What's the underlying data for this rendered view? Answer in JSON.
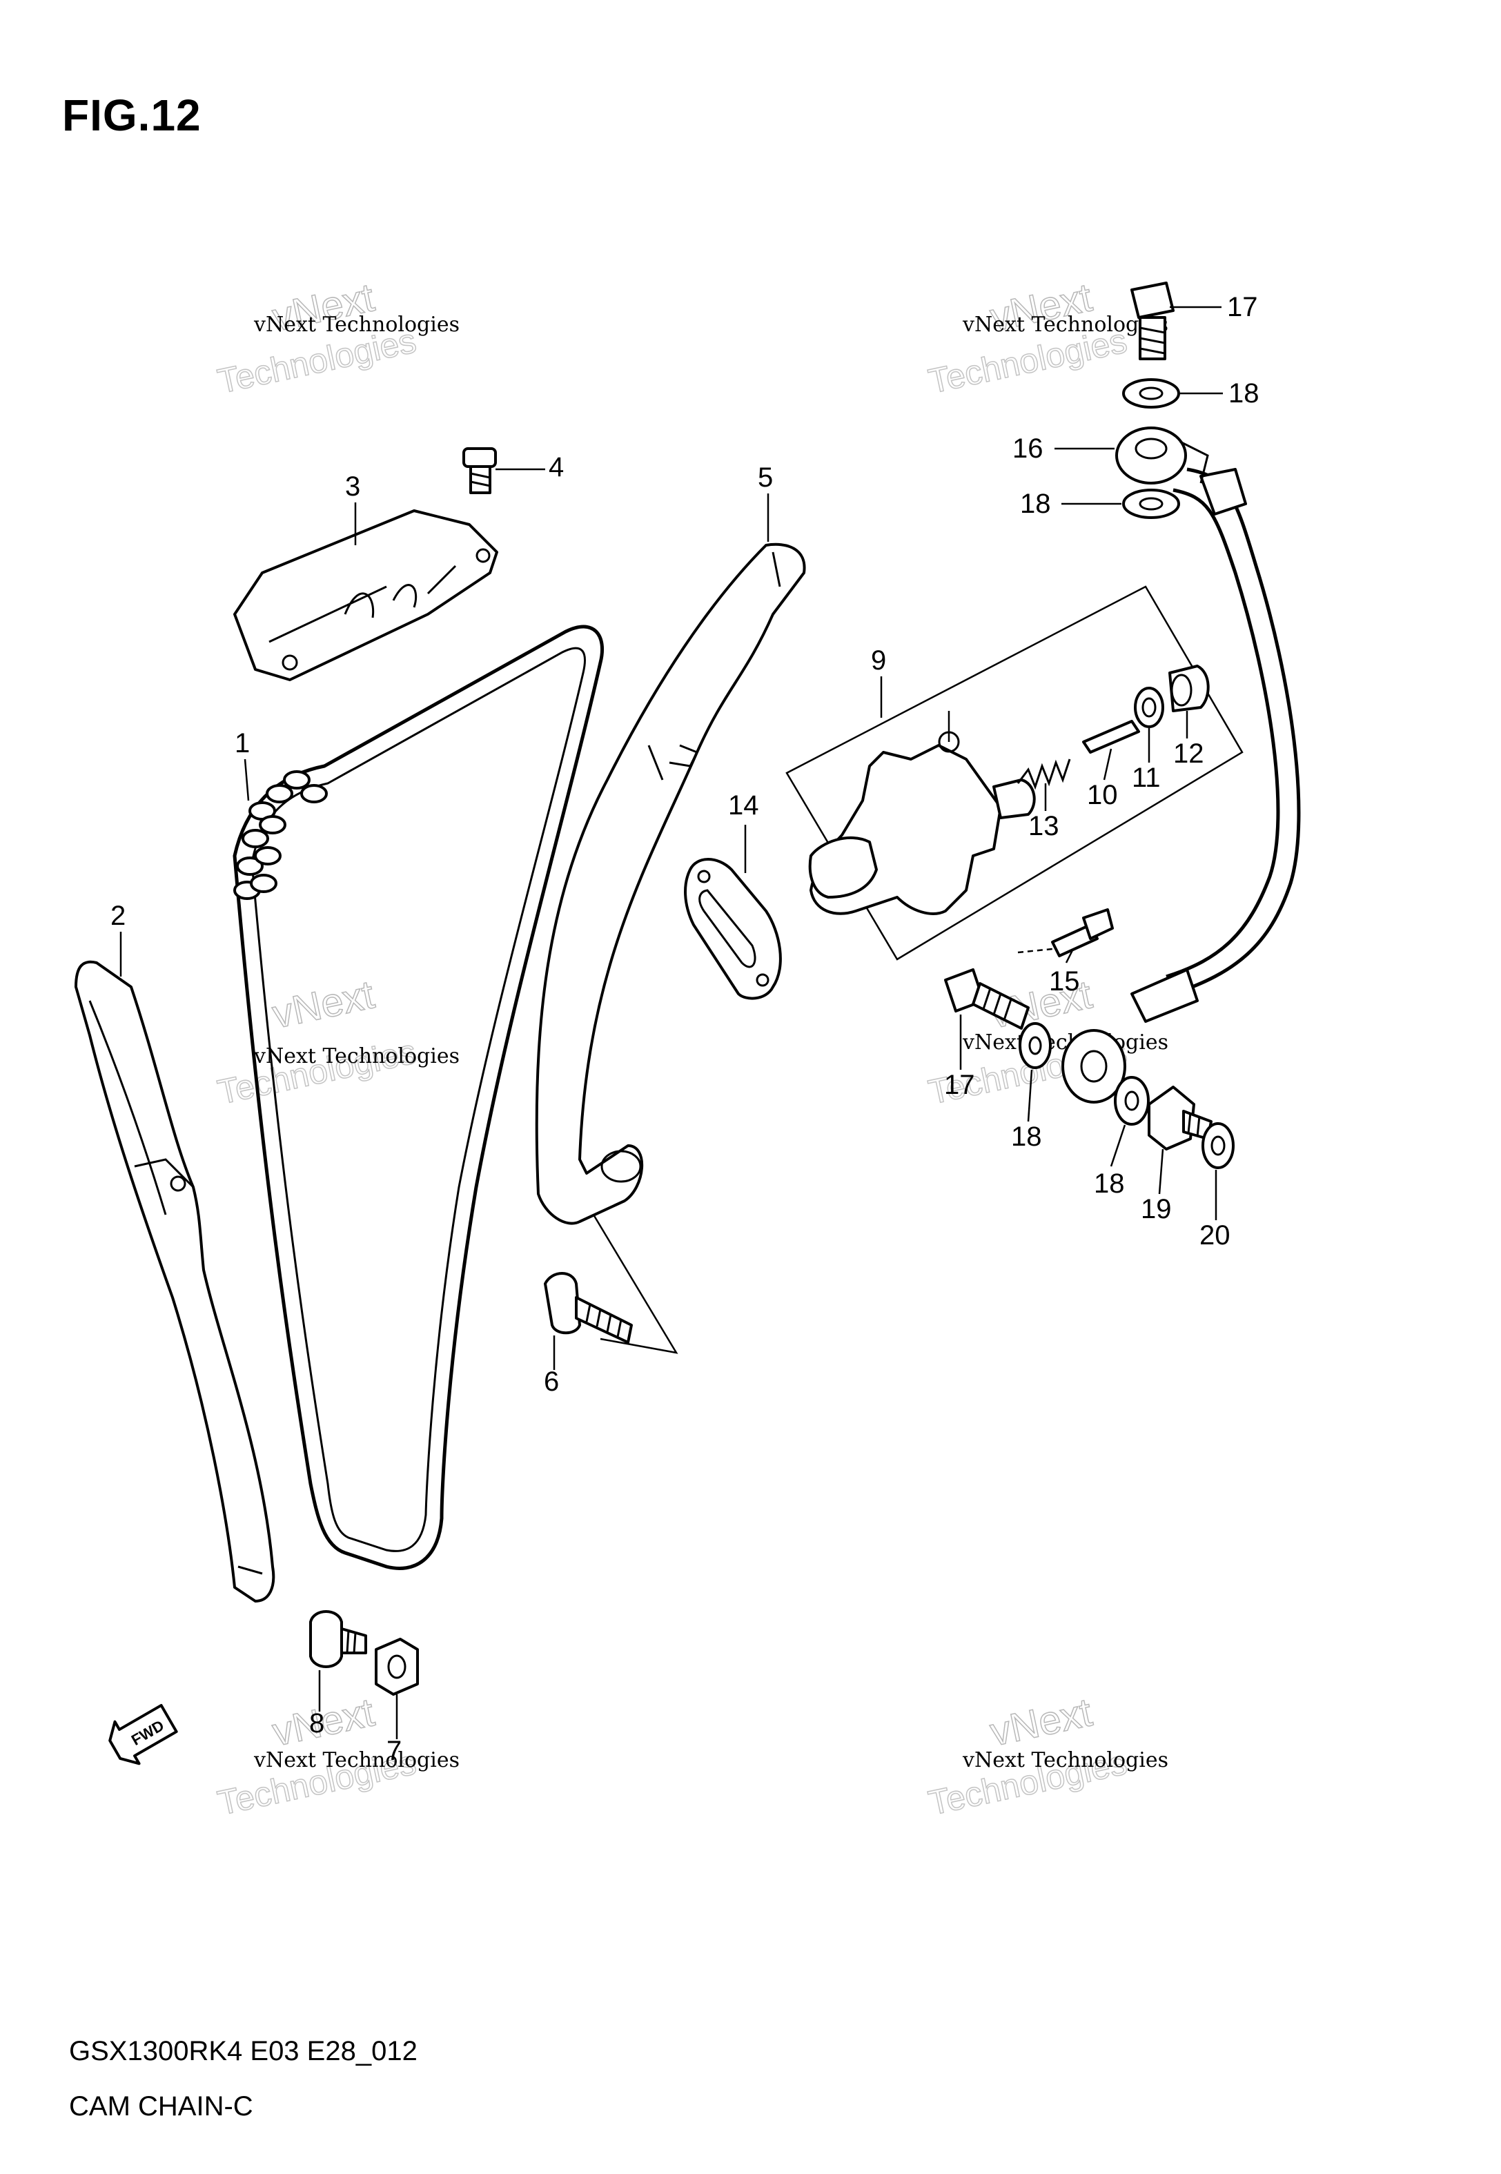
{
  "figure": {
    "title": "FIG.12",
    "model_code": "GSX1300RK4 E03 E28_012",
    "section_name": "CAM CHAIN-C",
    "forward_marker": "FWD"
  },
  "watermark": {
    "line1": "vNext Technologies",
    "line2": "vNext",
    "line3": "Technologies"
  },
  "callouts": [
    {
      "id": "1",
      "label": "1"
    },
    {
      "id": "2",
      "label": "2"
    },
    {
      "id": "3",
      "label": "3"
    },
    {
      "id": "4",
      "label": "4"
    },
    {
      "id": "5",
      "label": "5"
    },
    {
      "id": "6",
      "label": "6"
    },
    {
      "id": "7",
      "label": "7"
    },
    {
      "id": "8",
      "label": "8"
    },
    {
      "id": "9",
      "label": "9"
    },
    {
      "id": "10",
      "label": "10"
    },
    {
      "id": "11",
      "label": "11"
    },
    {
      "id": "12",
      "label": "12"
    },
    {
      "id": "13",
      "label": "13"
    },
    {
      "id": "14",
      "label": "14"
    },
    {
      "id": "15",
      "label": "15"
    },
    {
      "id": "16",
      "label": "16"
    },
    {
      "id": "17a",
      "label": "17"
    },
    {
      "id": "18a",
      "label": "18"
    },
    {
      "id": "18b",
      "label": "18"
    },
    {
      "id": "17b",
      "label": "17"
    },
    {
      "id": "18c",
      "label": "18"
    },
    {
      "id": "18d",
      "label": "18"
    },
    {
      "id": "19",
      "label": "19"
    },
    {
      "id": "20",
      "label": "20"
    }
  ]
}
